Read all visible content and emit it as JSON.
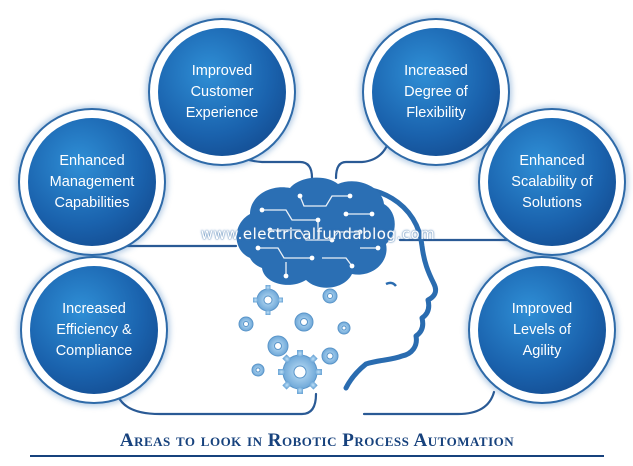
{
  "watermark": "www.electricalfundablog.com",
  "caption": "Areas to look in Robotic Process Automation",
  "colors": {
    "accent": "#1a62ad",
    "line": "#2a5a95",
    "brain": "#2b6fb4",
    "gears": "#8ec0e6",
    "caption": "#17427d"
  },
  "icons": [
    "brain-circuit-icon",
    "gear-icon",
    "human-head-icon"
  ],
  "areas": [
    {
      "lines": [
        "Improved",
        "Customer",
        "Experience"
      ]
    },
    {
      "lines": [
        "Increased",
        "Degree of",
        "Flexibility"
      ]
    },
    {
      "lines": [
        "Enhanced",
        "Management",
        "Capabilities"
      ]
    },
    {
      "lines": [
        "Enhanced",
        "Scalability of",
        "Solutions"
      ]
    },
    {
      "lines": [
        "Increased",
        "Efficiency &",
        "Compliance"
      ]
    },
    {
      "lines": [
        "Improved",
        "Levels of",
        "Agility"
      ]
    }
  ]
}
